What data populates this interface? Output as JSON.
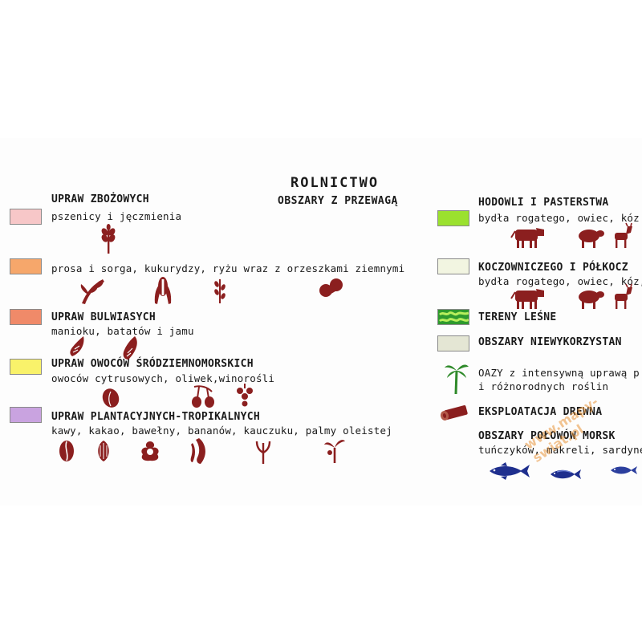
{
  "title": "ROLNICTWO",
  "subtitle": "OBSZARY Z PRZEWAGĄ",
  "left": [
    {
      "heading": "UPRAW ZBOŻOWYCH",
      "text": "pszenicy i jęczmienia",
      "color": "#f7c7c8"
    },
    {
      "heading": "",
      "text": "prosa i sorga, kukurydzy, ryżu wraz z orzeszkami ziemnymi",
      "color": "#f6a76b"
    },
    {
      "heading": "UPRAW BULWIASYCH",
      "text": "manioku, batatów i jamu",
      "color": "#f08a69"
    },
    {
      "heading": "UPRAW OWOCÓW ŚRÓDZIEMNOMORSKICH",
      "text": "owoców cytrusowych, oliwek,winorośli",
      "color": "#f9f26a"
    },
    {
      "heading": "UPRAW PLANTACYJNYCH-TROPIKALNYCH",
      "text": "kawy, kakao, bawełny, bananów, kauczuku, palmy oleistej",
      "color": "#c9a3e0"
    }
  ],
  "right": {
    "livestock": {
      "heading": "HODOWLI I PASTERSTWA",
      "text": "bydła rogatego, owiec, kóz",
      "color": "#9be12f"
    },
    "nomadic": {
      "heading": "KOCZOWNICZEGO I PÓŁKOCZ",
      "text": "bydła rogatego, owiec, kóz, w",
      "color": "#f2f5e1"
    },
    "forest": {
      "heading": "TERENY LEŚNE",
      "color": "#7cc443"
    },
    "unused": {
      "heading": "OBSZARY NIEWYKORZYSTAN",
      "color": "#e4e6d4"
    },
    "oasis": {
      "line1": "OAZY z intensywną uprawą p",
      "line2": "i różnorodnych roślin"
    },
    "timber": {
      "heading": "EKSPLOATACJA DREWNA"
    },
    "fishing": {
      "heading": "OBSZARY POŁOWÓW MORSK",
      "text": "tuńczyków, makreli, sardyne"
    }
  },
  "icons": {
    "cereal": "wheat-ear-icon",
    "millet": "millet-sorghum-icon",
    "corn": "corn-icon",
    "rice": "rice-icon",
    "peanut": "peanut-icon",
    "root1": "cassava-root-icon",
    "root2": "sweet-potato-icon",
    "citrus": "citrus-fruit-icon",
    "olive": "olive-icon",
    "grape": "grape-icon",
    "coffee": "coffee-bean-icon",
    "cocoa": "cocoa-pod-icon",
    "cotton": "cotton-icon",
    "banana": "banana-icon",
    "rubber": "rubber-tree-icon",
    "oilpalm": "oil-palm-icon",
    "cattle": "cattle-icon",
    "sheep": "sheep-icon",
    "goat": "goat-icon",
    "palm": "palm-tree-icon",
    "log": "log-icon",
    "tuna": "tuna-fish-icon",
    "mackerel": "mackerel-fish-icon",
    "sardine": "sardine-fish-icon"
  },
  "watermark": "www.mapy-swiat.pl",
  "colors": {
    "marker": "#8b1f1f",
    "palm": "#2f8a2a",
    "fish": "#1f2f8e"
  }
}
